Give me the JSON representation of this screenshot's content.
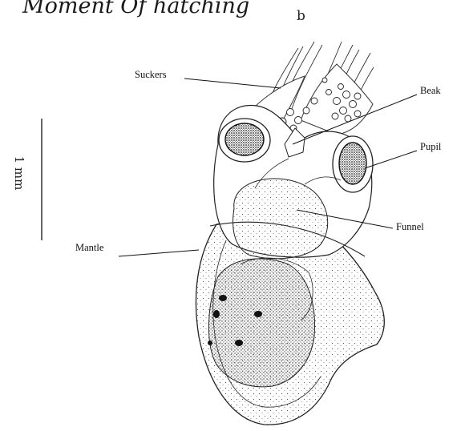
{
  "figure": {
    "title": "Moment Of hatching",
    "panel_label": "b",
    "scale_label": "1 mm",
    "labels": {
      "suckers": "Suckers",
      "beak": "Beak",
      "pupil": "Pupil",
      "funnel": "Funnel",
      "mantle": "Mantle"
    }
  }
}
